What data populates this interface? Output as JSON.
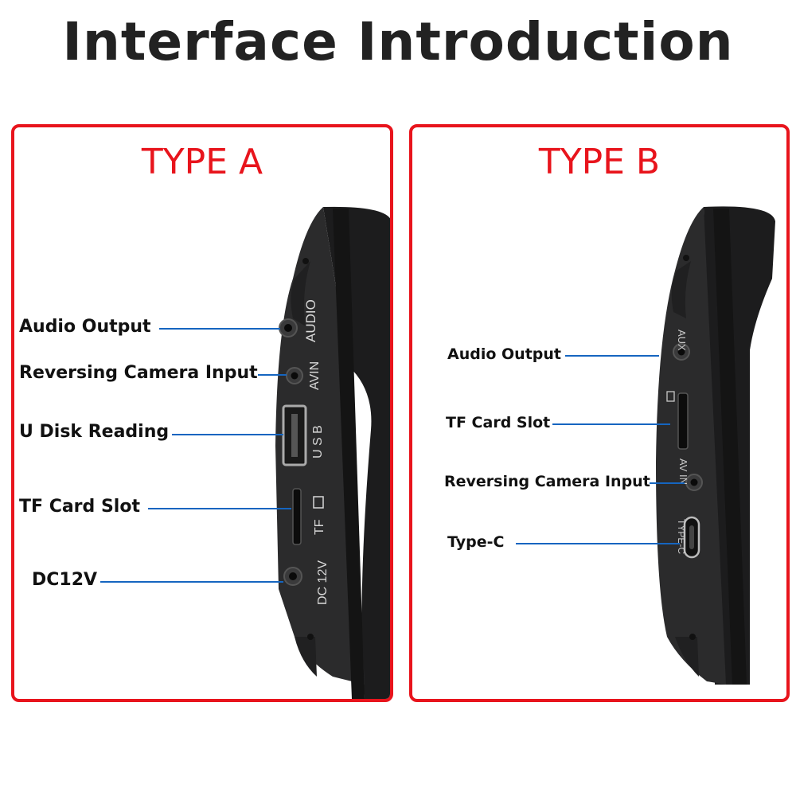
{
  "page": {
    "title": "Interface Introduction"
  },
  "colors": {
    "frame": "#e8141c",
    "leader_line": "#1565c0",
    "device_body": "#2b2b2c",
    "device_edge": "#141414"
  },
  "type_a": {
    "title": "TYPE A",
    "callouts": {
      "audio_output": "Audio Output",
      "reversing_camera_input": "Reversing Camera Input",
      "u_disk_reading": "U Disk Reading",
      "tf_card_slot": "TF Card Slot",
      "dc12v": "DC12V"
    },
    "device_markings": {
      "audio": "AUDIO",
      "avin": "AVIN",
      "usb": "U S B",
      "tf": "TF",
      "dc": "DC 12V"
    }
  },
  "type_b": {
    "title": "TYPE B",
    "callouts": {
      "audio_output": "Audio Output",
      "tf_card_slot": "TF Card Slot",
      "reversing_camera_input": "Reversing Camera Input",
      "type_c": "Type-C"
    },
    "device_markings": {
      "aux": "AUX",
      "avin": "AV IN",
      "typec": "TYPE-C"
    }
  }
}
